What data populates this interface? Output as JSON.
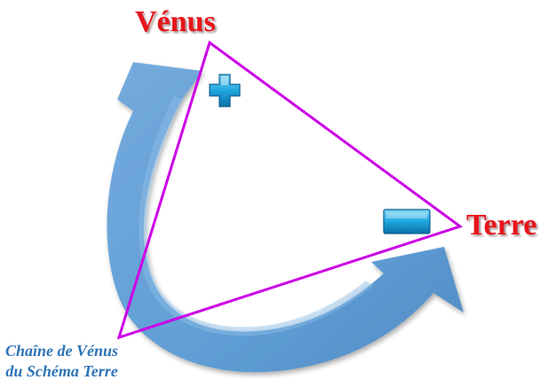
{
  "labels": {
    "top_vertex": "Vénus",
    "right_vertex": "Terre",
    "caption_line1": "Chaîne de Vénus",
    "caption_line2": "du Schéma Terre"
  },
  "symbols": {
    "plus_sign": "plus-sign",
    "minus_sign": "minus-sign"
  },
  "colors": {
    "vertex_label": "#e8141b",
    "caption": "#2e74b5",
    "triangle": "#cc00e6",
    "arrow": "#5b9bd5",
    "sign": "#1a9fd9"
  }
}
